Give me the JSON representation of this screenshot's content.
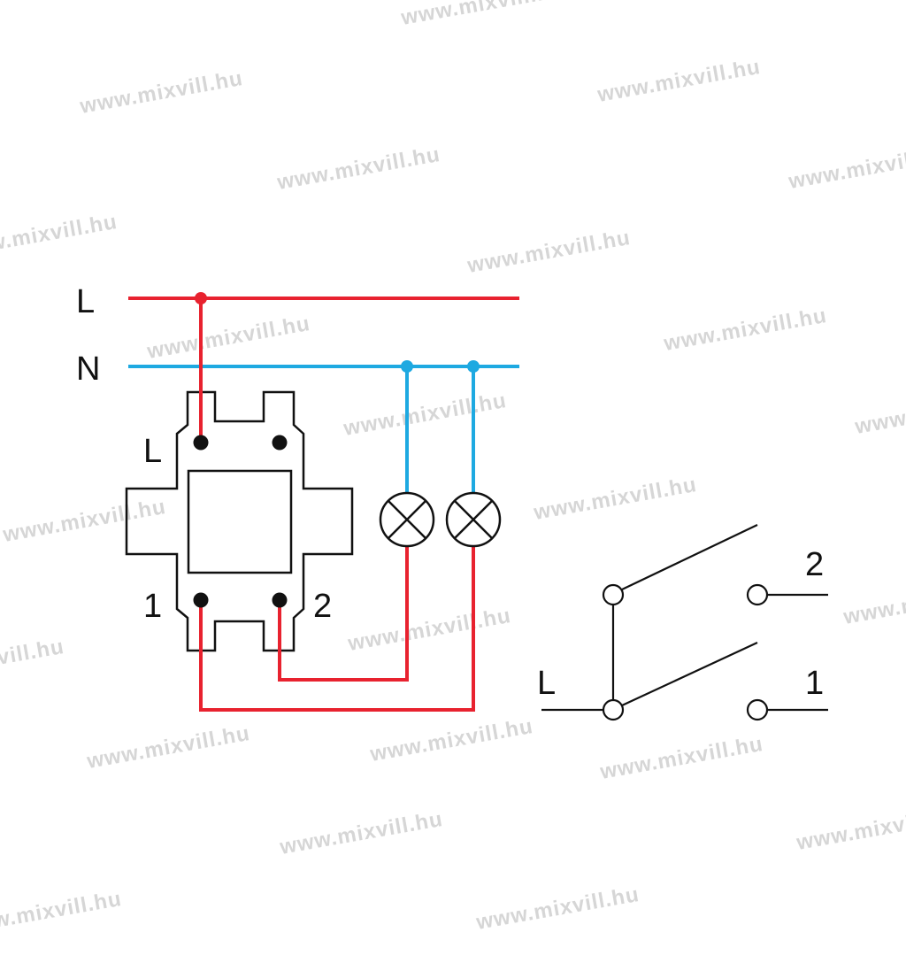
{
  "watermark": "www.mixvill.hu",
  "colors": {
    "live": "#e8222f",
    "neutral": "#1ea9e1",
    "outline": "#111111"
  },
  "bus_labels": {
    "live": "L",
    "neutral": "N"
  },
  "switch_terminals": {
    "live": "L",
    "one": "1",
    "two": "2"
  },
  "schematic_labels": {
    "live": "L",
    "one": "1",
    "two": "2"
  }
}
